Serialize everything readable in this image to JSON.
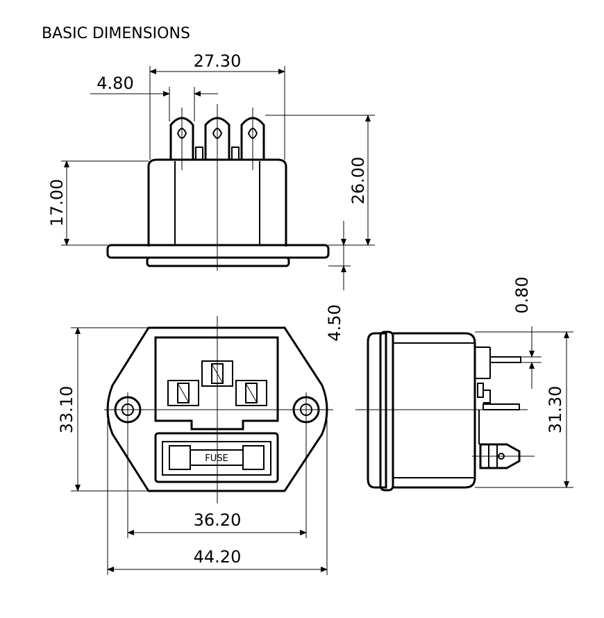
{
  "title": "BASIC  DIMENSIONS",
  "labels": {
    "fuse": "FUSE"
  },
  "dimensions": {
    "top_width": "27.30",
    "pin_pitch": "4.80",
    "body_height": "17.00",
    "overall_height": "26.00",
    "flange_thickness": "4.50",
    "pin_thickness": "0.80",
    "front_height": "33.10",
    "side_height": "31.30",
    "hole_pitch": "36.20",
    "flange_width": "44.20"
  }
}
